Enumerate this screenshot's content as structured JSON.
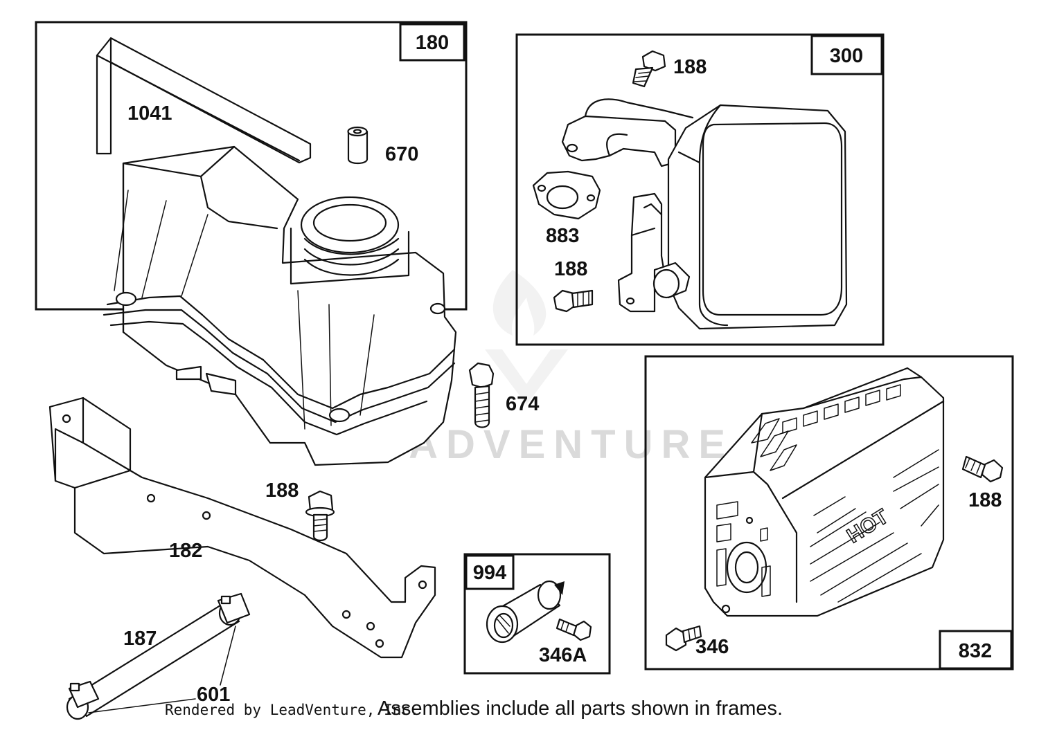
{
  "watermark": "LEADVENTURE",
  "frames": [
    {
      "id": "fuel-tank-frame",
      "number": "180"
    },
    {
      "id": "muffler-frame",
      "number": "300"
    },
    {
      "id": "muffler-guard-frame",
      "number": "832"
    },
    {
      "id": "spark-arrestor-frame",
      "number": "994"
    }
  ],
  "labels": {
    "p1041": "1041",
    "p670": "670",
    "p674": "674",
    "p188_bracket": "188",
    "p182": "182",
    "p187": "187",
    "p601": "601",
    "p188_top": "188",
    "p883": "883",
    "p188_muffler": "188",
    "p188_guard": "188",
    "p346": "346",
    "p346A": "346A"
  },
  "footer": {
    "rendered_by": "Rendered by LeadVenture, Inc.",
    "note": "Assemblies include all parts shown in frames."
  }
}
